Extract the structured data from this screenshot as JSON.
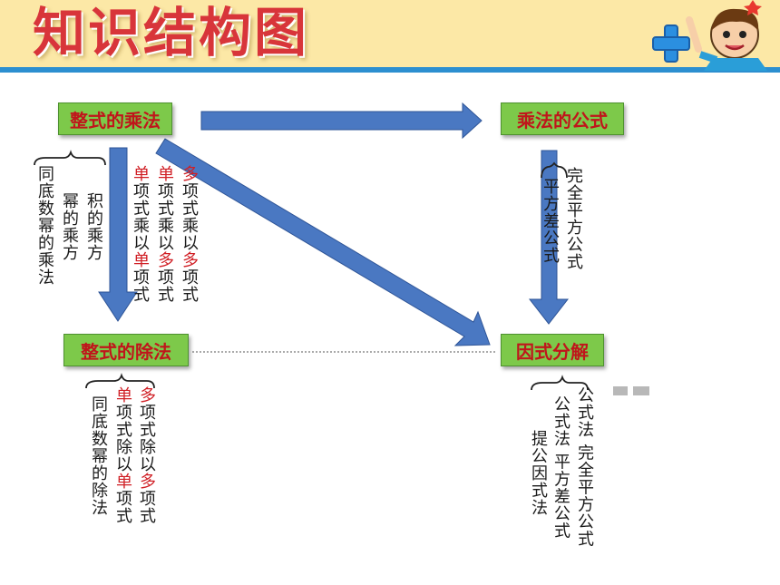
{
  "title": "知识结构图",
  "boxes": {
    "mult": "整式的乘法",
    "div": "整式的除法",
    "formula": "乘法的公式",
    "factor": "因式分解"
  },
  "mult_items": {
    "col1": "同底数幂的乘法",
    "col2": "幂的乘方",
    "col3": "积的乘方",
    "col4": [
      "单",
      "项式乘以",
      "单",
      "项式"
    ],
    "col5": [
      "单",
      "项式乘以",
      "多",
      "项式"
    ],
    "col6": [
      "多",
      "项式乘以",
      "多",
      "项式"
    ]
  },
  "formula_items": {
    "col1": "平方差公式",
    "col2": "完全平方公式"
  },
  "div_items": {
    "col1": "同底数幂的除法",
    "col2": [
      "单",
      "项式除以",
      "单",
      "项式"
    ],
    "col3": [
      "多",
      "项式除以",
      "多",
      "项式"
    ]
  },
  "factor_items": {
    "col1": "提公因式法",
    "col2": "公式法",
    "col2b": "平方差公式",
    "col3": "公式法",
    "col3b": "完全平方公式"
  },
  "colors": {
    "box_fill": "#7dc94a",
    "box_text": "#c0151b",
    "arrow": "#4a78c2",
    "title": "#d8353a",
    "header": "#fce8a6",
    "header_line": "#2c8fd0"
  }
}
